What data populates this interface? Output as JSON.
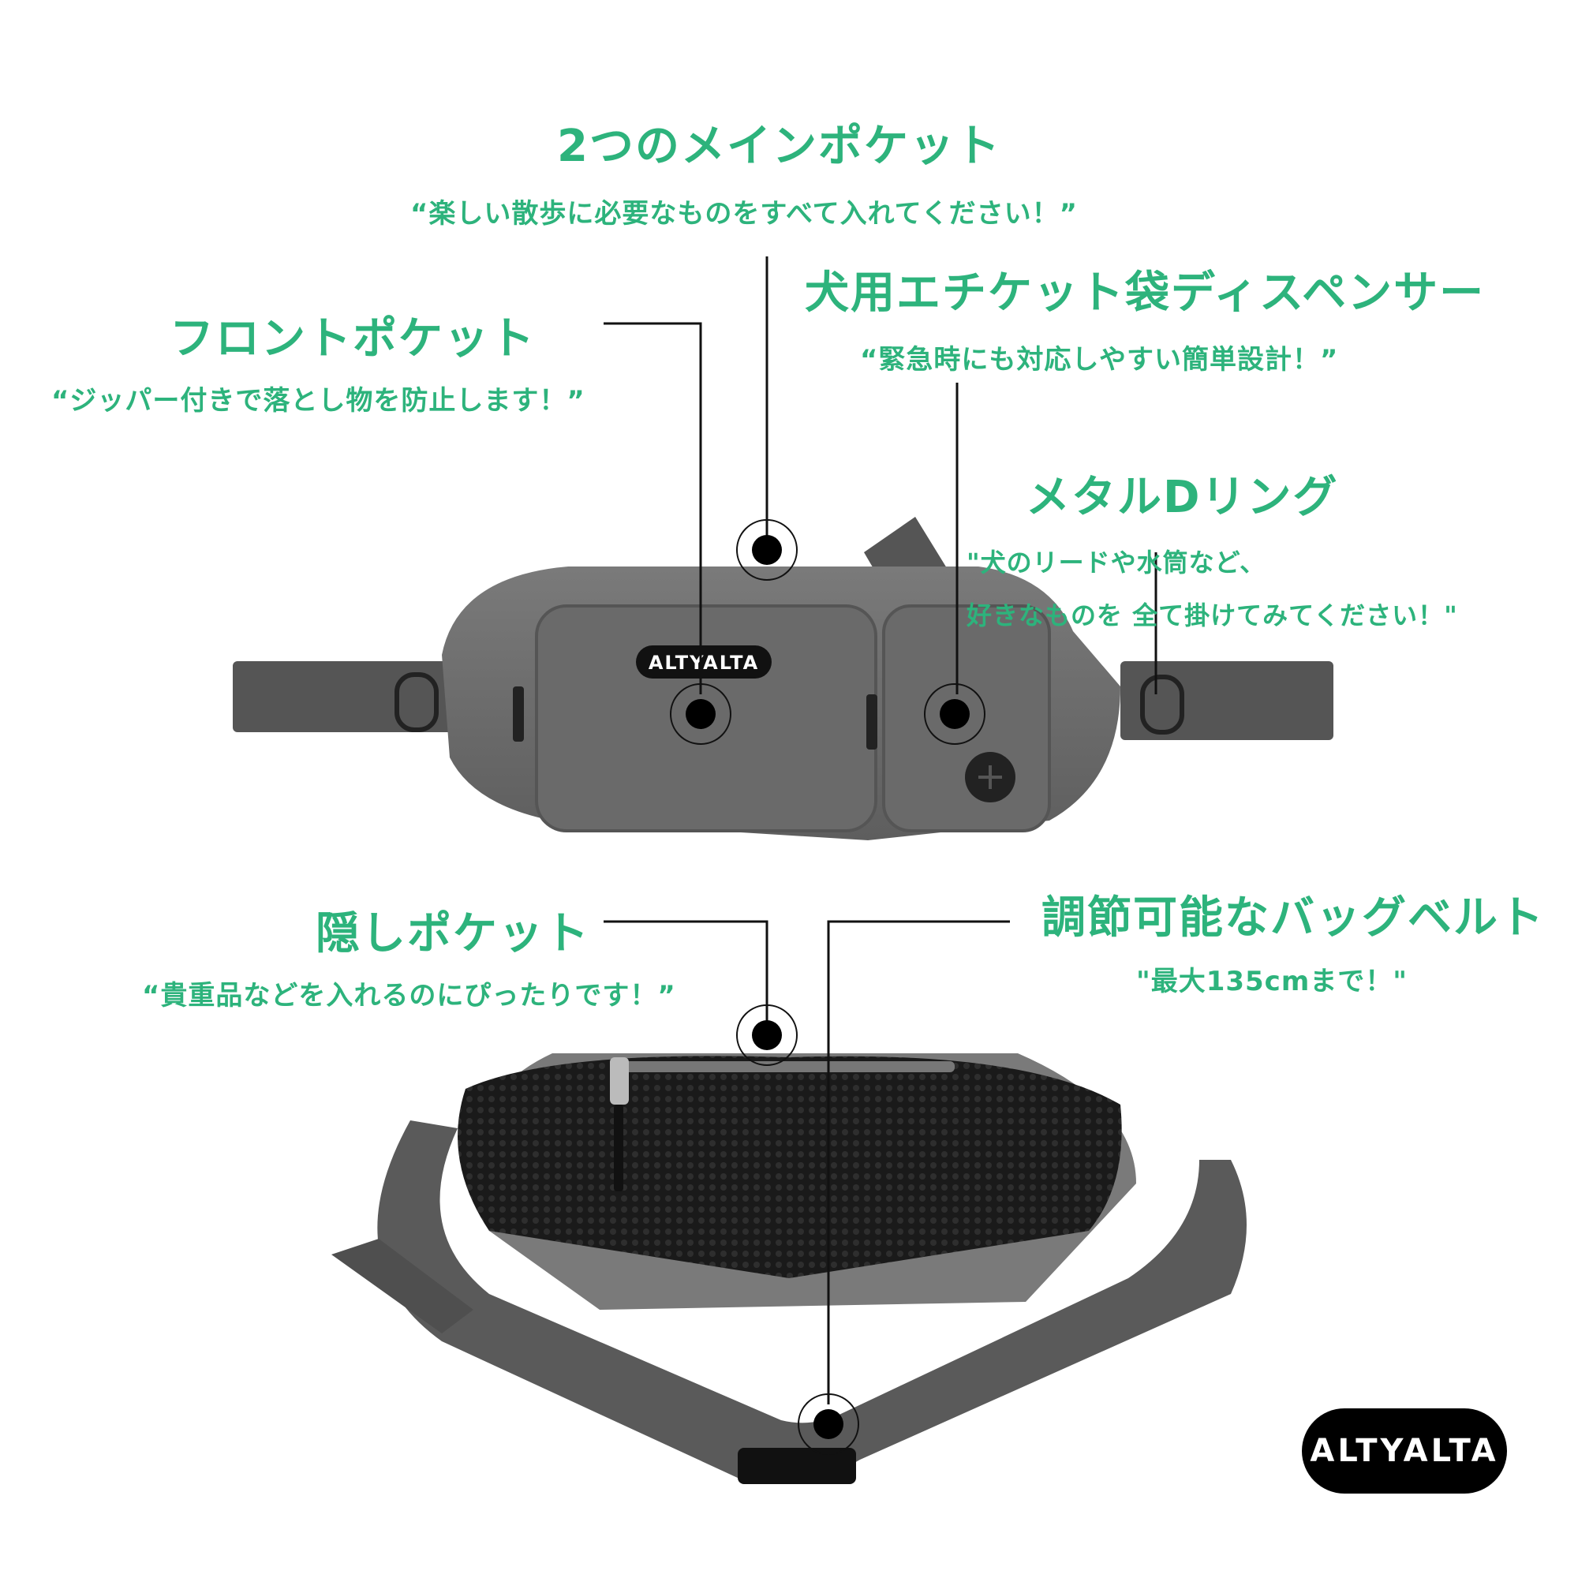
{
  "callouts": {
    "main_pockets": {
      "title": "2つのメインポケット",
      "desc": "“楽しい散歩に必要なものをすべて入れてください！”"
    },
    "bag_dispenser": {
      "title": "犬用エチケット袋ディスペンサー",
      "desc": "“緊急時にも対応しやすい簡単設計！”"
    },
    "front_pocket": {
      "title": "フロントポケット",
      "desc": "“ジッパー付きで落とし物を防止します！”"
    },
    "d_ring": {
      "title": "メタルDリング",
      "desc_line1": "\"犬のリードや水筒など、",
      "desc_line2": "好きなものを 全て掛けてみてください！\""
    },
    "hidden_pocket": {
      "title": "隠しポケット",
      "desc": "“貴重品などを入れるのにぴったりです！”"
    },
    "belt": {
      "title": "調節可能なバッグベルト",
      "desc": "\"最大135cmまで！\""
    }
  },
  "brand": {
    "bag_logo": "ALTYALTA",
    "corner_logo": "ALTYALTA"
  },
  "colors": {
    "accent": "#2db37c",
    "bag_gray": "#6f6f6f",
    "strap": "#4a4a4a",
    "mesh": "#1c1c1c"
  }
}
